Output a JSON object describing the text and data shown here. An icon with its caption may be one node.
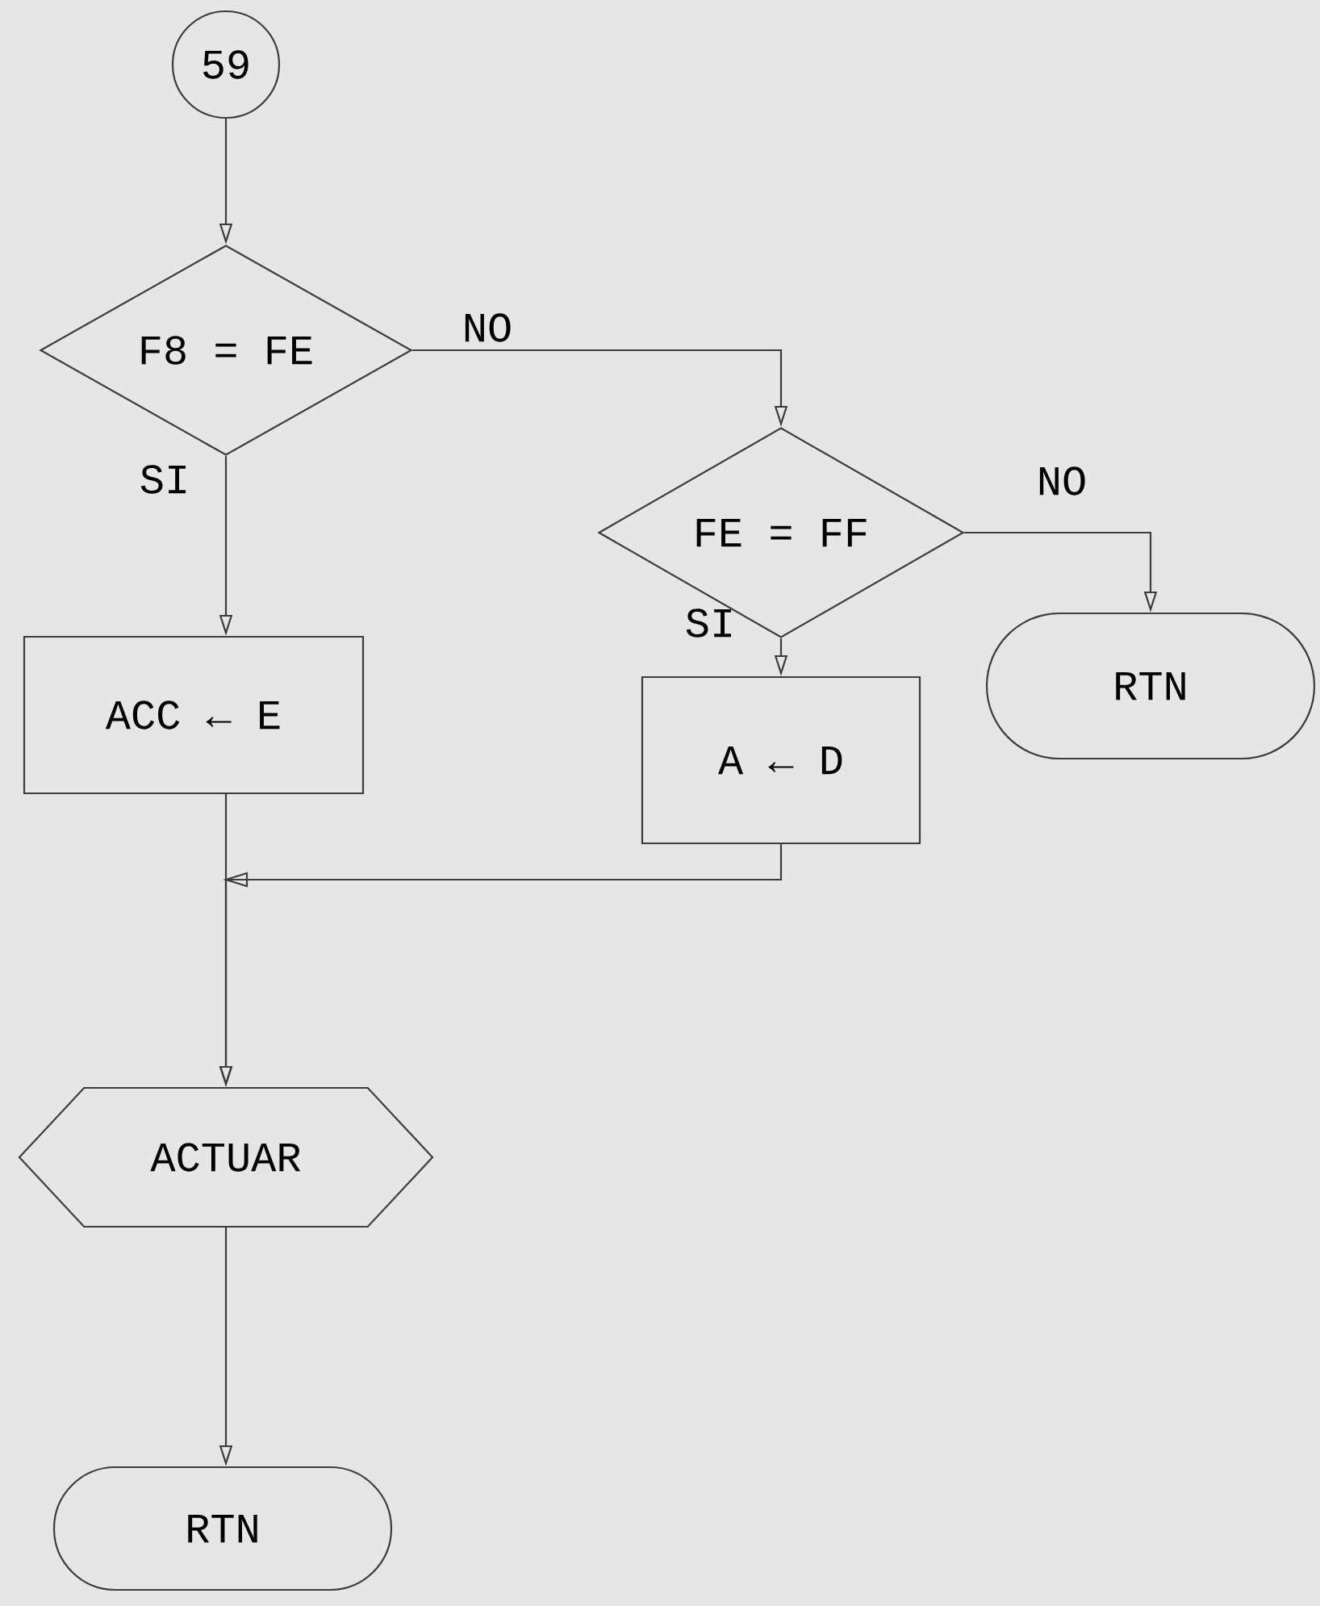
{
  "diagram": {
    "nodes": [
      {
        "text": [
          "59"
        ]
      },
      {
        "text": [
          "F8 = FE"
        ]
      },
      {
        "text": [
          "FE = FF"
        ]
      },
      {
        "text": [
          "RTN"
        ]
      },
      {
        "text": [
          "ACC ← E"
        ]
      },
      {
        "text": [
          "A ← D"
        ]
      },
      {
        "text": [
          "ACTUAR"
        ]
      },
      {
        "text": [
          "RTN"
        ]
      }
    ],
    "edges": [
      {
        "from": 0,
        "to": 1,
        "arrow": "to"
      },
      {
        "from": 1,
        "to": 2,
        "arrow": "to",
        "label": "NO"
      },
      {
        "from": 1,
        "to": 4,
        "arrow": "to",
        "label": "SI"
      },
      {
        "from": 2,
        "to": 3,
        "arrow": "to",
        "label": "NO"
      },
      {
        "from": 2,
        "to": 5,
        "arrow": "to",
        "label": "SI"
      },
      {
        "from": 4,
        "to": 6,
        "arrow": "to"
      },
      {
        "from": 5,
        "to": 6,
        "arrow": "to"
      },
      {
        "from": 6,
        "to": 7,
        "arrow": "to"
      }
    ]
  }
}
